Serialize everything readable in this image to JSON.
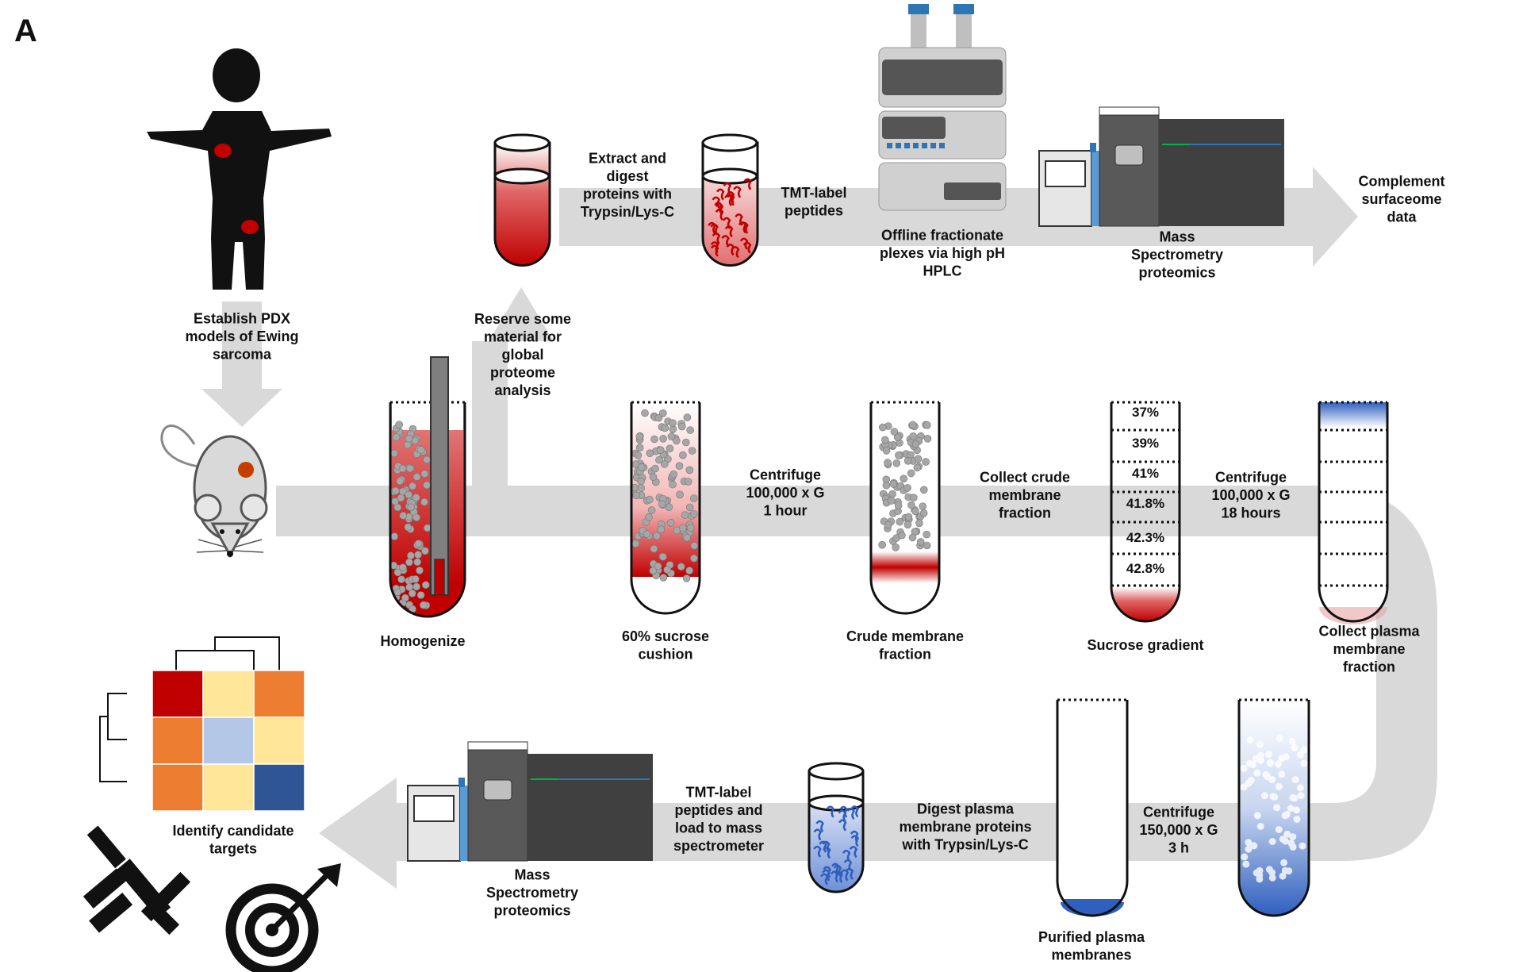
{
  "panel_label": "A",
  "labels": {
    "establish_pdx": [
      "Establish PDX",
      "models of Ewing",
      "sarcoma"
    ],
    "extract_digest": [
      "Extract and",
      "digest",
      "proteins with",
      "Trypsin/Lys-C"
    ],
    "tmt_label_top": [
      "TMT-label",
      "peptides"
    ],
    "offline_fractionate": [
      "Offline fractionate",
      "plexes via high pH",
      "HPLC"
    ],
    "mass_spec_top": [
      "Mass",
      "Spectrometry",
      "proteomics"
    ],
    "complement": [
      "Complement",
      "surfaceome",
      "data"
    ],
    "reserve": [
      "Reserve some",
      "material for",
      "global",
      "proteome",
      "analysis"
    ],
    "homogenize": [
      "Homogenize"
    ],
    "sucrose_cushion": [
      "60% sucrose",
      "cushion"
    ],
    "centrifuge_1": [
      "Centrifuge",
      "100,000 x G",
      "1 hour"
    ],
    "crude_membrane": [
      "Crude membrane",
      "fraction"
    ],
    "collect_crude": [
      "Collect crude",
      "membrane",
      "fraction"
    ],
    "sucrose_gradient": [
      "Sucrose gradient"
    ],
    "centrifuge_2": [
      "Centrifuge",
      "100,000 x G",
      "18 hours"
    ],
    "collect_plasma": [
      "Collect plasma",
      "membrane",
      "fraction"
    ],
    "centrifuge_3": [
      "Centrifuge",
      "150,000 x G",
      "3 h"
    ],
    "purified": [
      "Purified plasma",
      "membranes"
    ],
    "digest_plasma": [
      "Digest plasma",
      "membrane proteins",
      "with Trypsin/Lys-C"
    ],
    "tmt_label_bottom": [
      "TMT-label",
      "peptides and",
      "load to mass",
      "spectrometer"
    ],
    "mass_spec_bottom": [
      "Mass",
      "Spectrometry",
      "proteomics"
    ],
    "identify": [
      "Identify candidate",
      "targets"
    ]
  },
  "gradient_percentages": [
    "37%",
    "39%",
    "41%",
    "41.8%",
    "42.3%",
    "42.8%"
  ],
  "colors": {
    "arrow": "#d9d9d9",
    "tissue_red": "#c00000",
    "membrane_blue": "#2f5fbf",
    "heatmap": [
      "#c00000",
      "#ffe699",
      "#ed7d31",
      "#ed7d31",
      "#b4c7e7",
      "#ffe699",
      "#ed7d31",
      "#ffe699",
      "#2f5597"
    ]
  },
  "icons": [
    "child-silhouette-icon",
    "mouse-icon",
    "test-tube-icon",
    "hplc-instrument-icon",
    "mass-spectrometer-icon",
    "heatmap-icon",
    "antibody-icon",
    "target-icon"
  ]
}
